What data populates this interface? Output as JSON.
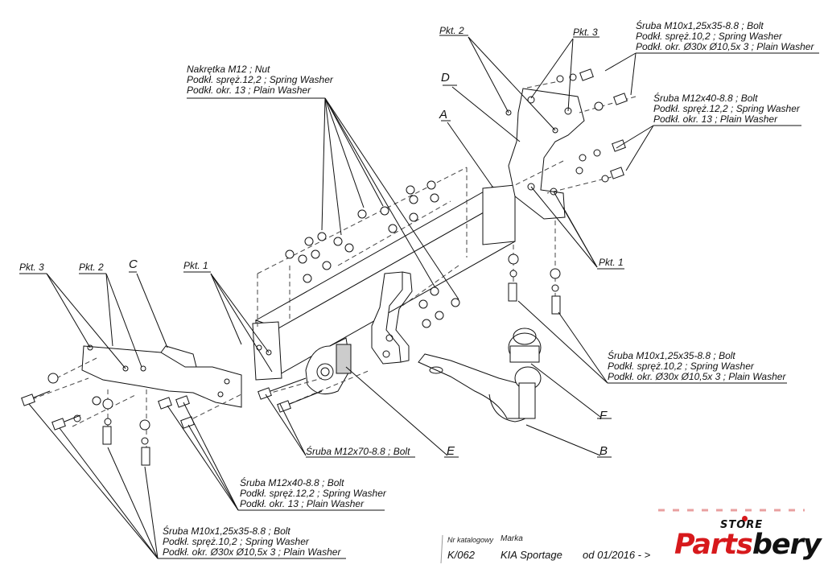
{
  "labels": {
    "nut_group": [
      "Nakrętka  M12 ; Nut",
      "Podkł. spręż.12,2 ; Spring Washer",
      "Podkł. okr. 13 ; Plain Washer"
    ],
    "bolt_top_right_m10": [
      "Śruba M10x1,25x35-8.8 ;  Bolt",
      "Podkł. spręż.10,2 ; Spring Washer",
      "Podkł. okr.  Ø30x Ø10,5x 3 ; Plain Washer"
    ],
    "bolt_top_right_m12": [
      "Śruba M12x40-8.8 ;  Bolt",
      "Podkł. spręż.12,2 ; Spring Washer",
      "Podkł. okr. 13 ; Plain Washer"
    ],
    "bolt_mid_right_m10": [
      "Śruba M10x1,25x35-8.8 ;  Bolt",
      "Podkł. spręż.10,2 ; Spring Washer",
      "Podkł. okr.  Ø30x Ø10,5x 3 ; Plain Washer"
    ],
    "bolt_center_m12x70": "Śruba M12x70-8.8 ;  Bolt",
    "bolt_bottom_m12": [
      "Śruba M12x40-8.8 ;  Bolt",
      "Podkł. spręż.12,2 ; Spring Washer",
      "Podkł. okr. 13 ; Plain Washer"
    ],
    "bolt_bottom_m10": [
      "Śruba M10x1,25x35-8.8 ;  Bolt",
      "Podkł. spręż.10,2 ; Spring Washer",
      "Podkł. okr.  Ø30x Ø10,5x 3 ; Plain Washer"
    ]
  },
  "points": {
    "pkt2_right": "Pkt. 2",
    "pkt3_right": "Pkt. 3",
    "pkt1_right": "Pkt. 1",
    "pkt3_left": "Pkt. 3",
    "pkt2_left": "Pkt. 2",
    "pkt1_left": "Pkt. 1"
  },
  "letters": {
    "A": "A",
    "B": "B",
    "C": "C",
    "D": "D",
    "E": "E",
    "F": "F"
  },
  "footer": {
    "catalog_caption": "Nr katalogowy",
    "brand_caption": "Marka",
    "catalog_number": "K/062",
    "model": "KIA Sportage",
    "date_range": "od  01/2016 - >"
  },
  "logo": {
    "store": "STORE",
    "parts": "Parts",
    "bery": "bery"
  },
  "colors": {
    "accent": "#d7191c",
    "line": "#111111"
  }
}
